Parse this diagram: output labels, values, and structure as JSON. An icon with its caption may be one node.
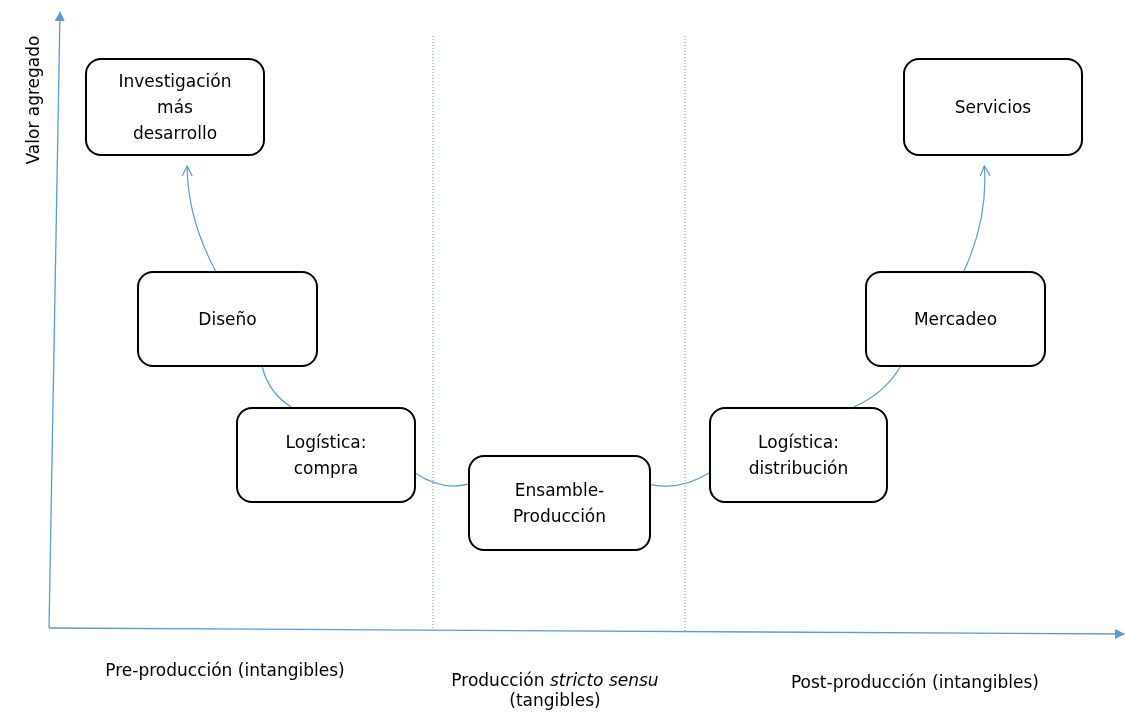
{
  "diagram": {
    "nodes": [
      {
        "text": [
          "Investigación más desarrollo"
        ]
      },
      {
        "text": [
          "Diseño"
        ]
      },
      {
        "text": [
          "Logística: compra"
        ]
      },
      {
        "text": [
          "Ensamble-Producción"
        ]
      },
      {
        "text": [
          "Logística: distribución"
        ]
      },
      {
        "text": [
          "Mercadeo"
        ]
      },
      {
        "text": [
          "Servicios"
        ]
      }
    ],
    "edges": [
      {
        "from": 1,
        "to": 0,
        "arrow": "to"
      },
      {
        "from": 2,
        "to": 1,
        "arrow": "none"
      },
      {
        "from": 2,
        "to": 3,
        "arrow": "none"
      },
      {
        "from": 3,
        "to": 4,
        "arrow": "none"
      },
      {
        "from": 4,
        "to": 5,
        "arrow": "none"
      },
      {
        "from": 5,
        "to": 6,
        "arrow": "to"
      }
    ],
    "labels": [
      "Valor agregado",
      "Pre-producción (intangibles)",
      "Producción *stricto sensu* (tangibles)",
      "Post-producción (intangibles)"
    ]
  }
}
